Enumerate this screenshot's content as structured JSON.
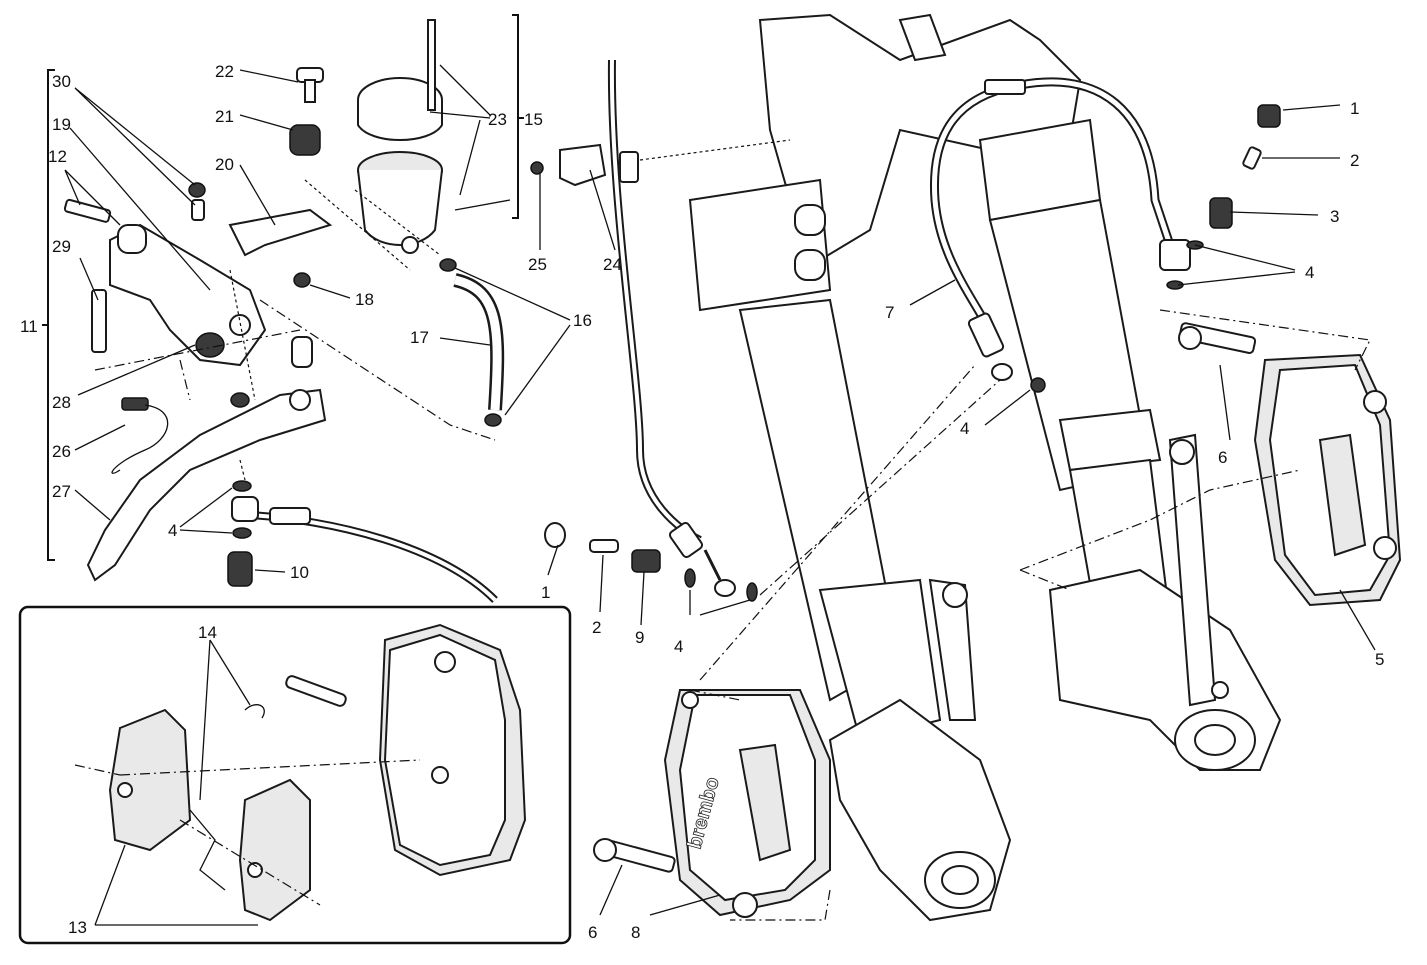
{
  "callouts": {
    "c1a": "1",
    "c2a": "2",
    "c3": "3",
    "c4a": "4",
    "c5": "5",
    "c6a": "6",
    "c7": "7",
    "c4b": "4",
    "c1b": "1",
    "c2b": "2",
    "c9": "9",
    "c4c": "4",
    "c6b": "6",
    "c8": "8",
    "c22": "22",
    "c21": "21",
    "c20": "20",
    "c18": "18",
    "c23": "23",
    "c15": "15",
    "c25": "25",
    "c24": "24",
    "c16": "16",
    "c17": "17",
    "c30": "30",
    "c19": "19",
    "c12": "12",
    "c29": "29",
    "c11": "11",
    "c28": "28",
    "c26": "26",
    "c27": "27",
    "c4d": "4",
    "c10": "10",
    "c14": "14",
    "c13": "13"
  },
  "caliper_brand": "brembo"
}
